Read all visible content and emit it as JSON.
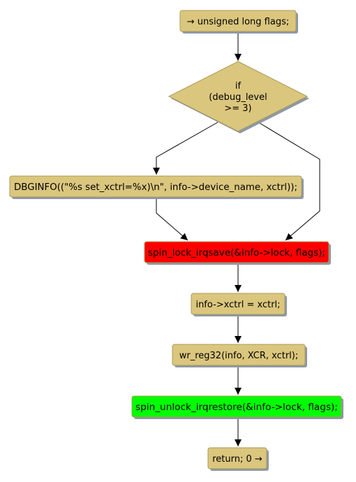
{
  "flowchart": {
    "colors": {
      "node_fill": "#DBC67E",
      "node_border": "#A89A55",
      "shadow": "#8E98A8",
      "edge": "#000000",
      "lock_fill": "#FF0000",
      "unlock_fill": "#00FF00"
    },
    "nodes": {
      "start": {
        "text": "→ unsigned long flags;"
      },
      "decision": {
        "lines": [
          "if",
          "(debug_level",
          ">= 3)"
        ]
      },
      "debug_print": {
        "text": "DBGINFO((\"%s set_xctrl=%x)\\n\", info->device_name, xctrl));"
      },
      "lock": {
        "text": "spin_lock_irqsave(&info->lock, flags);"
      },
      "assign": {
        "text": "info->xctrl = xctrl;"
      },
      "write_reg": {
        "text": "wr_reg32(info, XCR, xctrl);"
      },
      "unlock": {
        "text": "spin_unlock_irqrestore(&info->lock, flags);"
      },
      "end": {
        "text": "return; 0 →"
      }
    }
  }
}
